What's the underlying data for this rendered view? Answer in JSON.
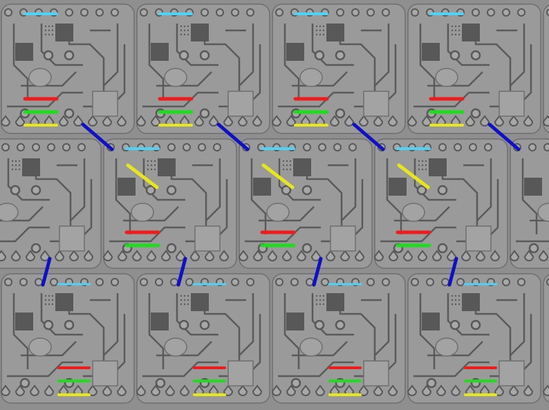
{
  "palette": {
    "background": "#8f8f8f",
    "board": "#9a9a9a",
    "board_edge": "#6e6e6e",
    "trace": "#5a5a5a",
    "pad": "#585858",
    "chip": "#a3a3a3",
    "hole": "#a8a8a8"
  },
  "wire_colors": {
    "cyan": "#4fd2f5",
    "red": "#ee1c1c",
    "green": "#1fdc1f",
    "yellow": "#e6e61a",
    "blue": "#1010c8"
  },
  "icons": [
    "circuit-board-tile",
    "chip-icon",
    "pad-icon",
    "cyan-wire",
    "red-wire",
    "green-wire",
    "yellow-wire",
    "blue-wire"
  ]
}
